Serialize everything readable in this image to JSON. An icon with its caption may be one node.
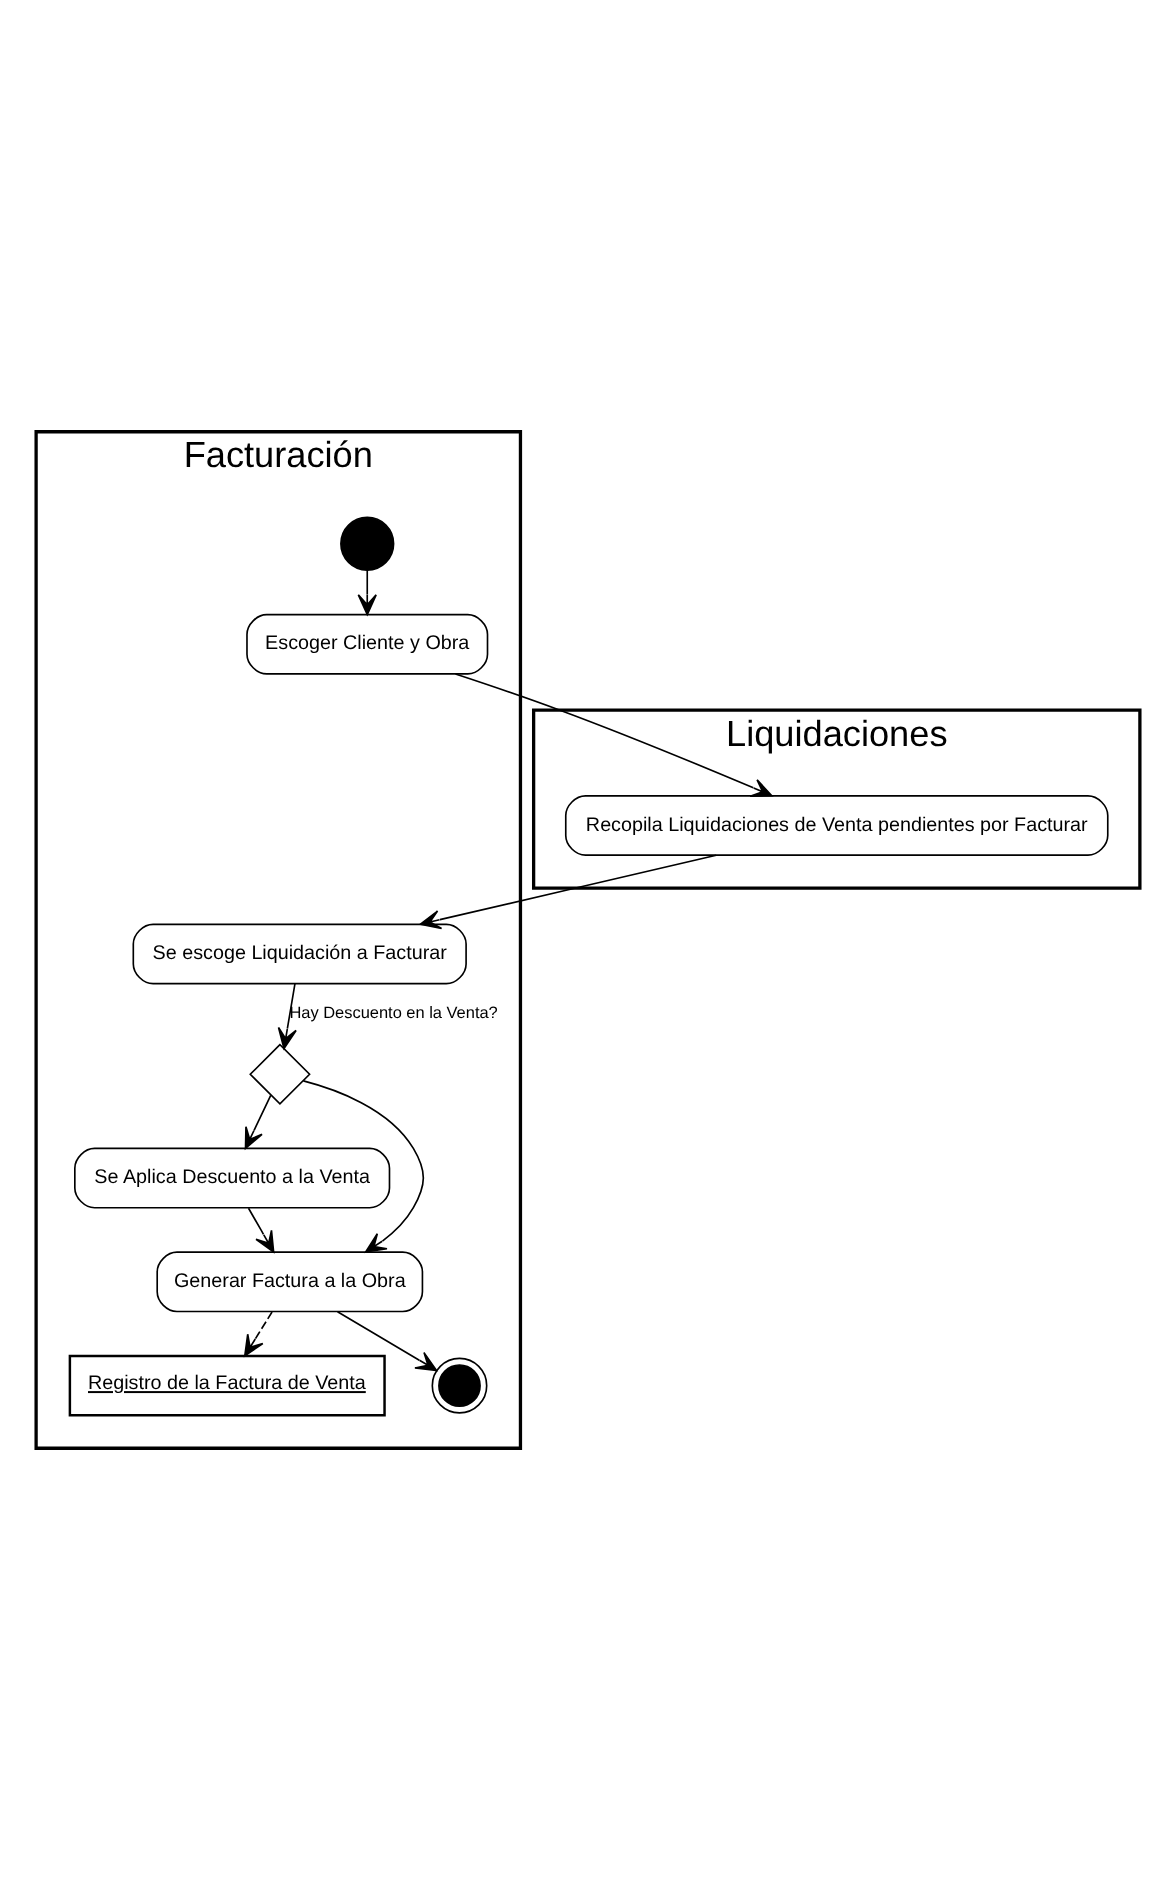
{
  "diagram": {
    "nodes": [
      {
        "text": [
          "Liquidaciones"
        ]
      },
      {
        "text": [
          "Facturación"
        ]
      },
      {
        "text": [],
        "shape": "circle",
        "in": 1
      },
      {
        "text": [
          "Escoger Cliente y Obra"
        ],
        "in": 1
      },
      {
        "text": [
          "Recopila Liquidaciones de Venta pendientes por Facturar"
        ],
        "in": 0
      },
      {
        "text": [
          "Se escoge Liquidación a Facturar"
        ],
        "in": 1
      },
      {
        "text": [],
        "shape": "diamond",
        "in": 1
      },
      {
        "text": [
          "Se Aplica Descuento a la Venta"
        ],
        "in": 1
      },
      {
        "text": [
          "Registro de la Factura de Venta"
        ],
        "in": 1
      },
      {
        "text": [
          "Generar Factura a la Obra"
        ],
        "in": 1
      },
      {
        "text": [],
        "shape": "bullseye",
        "in": 1
      }
    ],
    "edges": [
      {
        "from": 2,
        "to": 3,
        "arrow": "to"
      },
      {
        "from": 3,
        "to": 4,
        "arrow": "to"
      },
      {
        "from": 4,
        "to": 5,
        "arrow": "to"
      },
      {
        "from": 5,
        "to": 6,
        "arrow": "to",
        "label": "Hay Descuento en la Venta?"
      },
      {
        "from": 6,
        "to": 7,
        "arrow": "to"
      },
      {
        "from": 7,
        "to": 9,
        "arrow": "to"
      },
      {
        "from": 6,
        "to": 9,
        "arrow": "to"
      },
      {
        "from": 9,
        "to": 8,
        "arrow": "to",
        "style": "dashed"
      },
      {
        "from": 9,
        "to": 10,
        "arrow": "to"
      }
    ]
  }
}
